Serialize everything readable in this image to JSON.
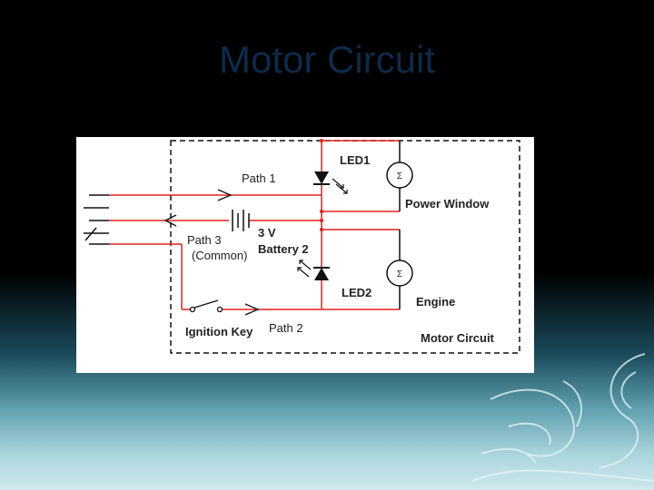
{
  "slide": {
    "title": "Motor Circuit"
  },
  "diagram": {
    "labels": {
      "led1": "LED1",
      "led2": "LED2",
      "path1": "Path 1",
      "path2": "Path 2",
      "path3": "Path 3",
      "common": "(Common)",
      "voltage": "3 V",
      "battery": "Battery 2",
      "power_window": "Power Window",
      "engine": "Engine",
      "ignition_key": "Ignition Key",
      "motor_circuit": "Motor Circuit",
      "motor_symbol": "Σ"
    },
    "colors": {
      "wire_red": "#e02020",
      "wire_black": "#111111"
    }
  }
}
